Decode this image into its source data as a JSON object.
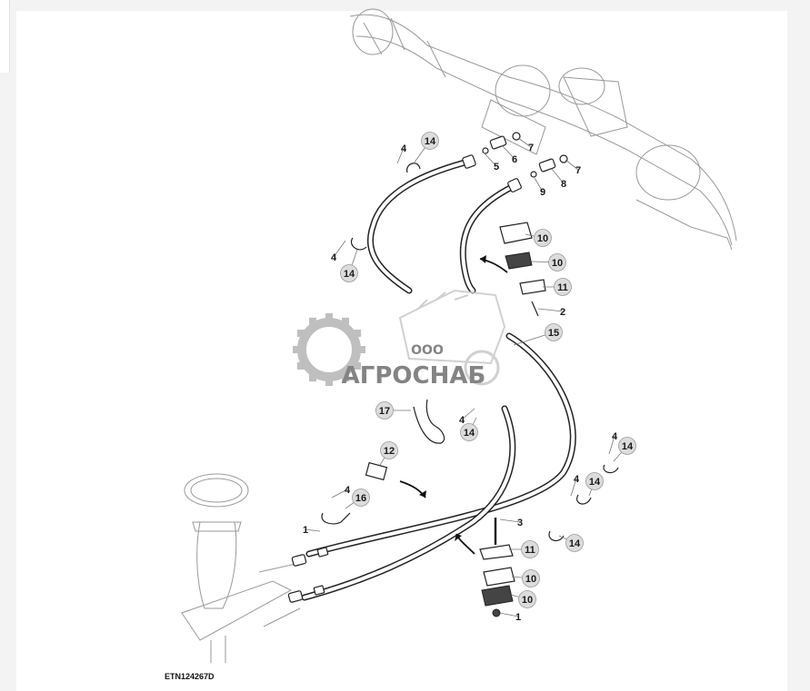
{
  "figure": {
    "id": "ETN124267D"
  },
  "watermark": {
    "line1": "ООО",
    "line2": "АГРОСНАБ",
    "gear_color": "#b5b5b5",
    "text_color": "#6f6f6f"
  },
  "callouts": [
    {
      "id": "c1",
      "label": "14"
    },
    {
      "id": "c2",
      "label": "4"
    },
    {
      "id": "c3",
      "label": "5"
    },
    {
      "id": "c4",
      "label": "6"
    },
    {
      "id": "c5",
      "label": "7"
    },
    {
      "id": "c6",
      "label": "7"
    },
    {
      "id": "c7",
      "label": "8"
    },
    {
      "id": "c8",
      "label": "9"
    },
    {
      "id": "c9",
      "label": "4"
    },
    {
      "id": "c10",
      "label": "14"
    },
    {
      "id": "c11",
      "label": "10"
    },
    {
      "id": "c12",
      "label": "10"
    },
    {
      "id": "c13",
      "label": "11"
    },
    {
      "id": "c14",
      "label": "2"
    },
    {
      "id": "c15",
      "label": "15"
    },
    {
      "id": "c16",
      "label": "17"
    },
    {
      "id": "c17",
      "label": "4"
    },
    {
      "id": "c18",
      "label": "14"
    },
    {
      "id": "c19",
      "label": "12"
    },
    {
      "id": "c20",
      "label": "4"
    },
    {
      "id": "c21",
      "label": "16"
    },
    {
      "id": "c22",
      "label": "1"
    },
    {
      "id": "c23",
      "label": "4"
    },
    {
      "id": "c24",
      "label": "14"
    },
    {
      "id": "c25",
      "label": "4"
    },
    {
      "id": "c26",
      "label": "14"
    },
    {
      "id": "c27",
      "label": "14"
    },
    {
      "id": "c28",
      "label": "3"
    },
    {
      "id": "c29",
      "label": "11"
    },
    {
      "id": "c30",
      "label": "10"
    },
    {
      "id": "c31",
      "label": "10"
    },
    {
      "id": "c32",
      "label": "1"
    }
  ]
}
